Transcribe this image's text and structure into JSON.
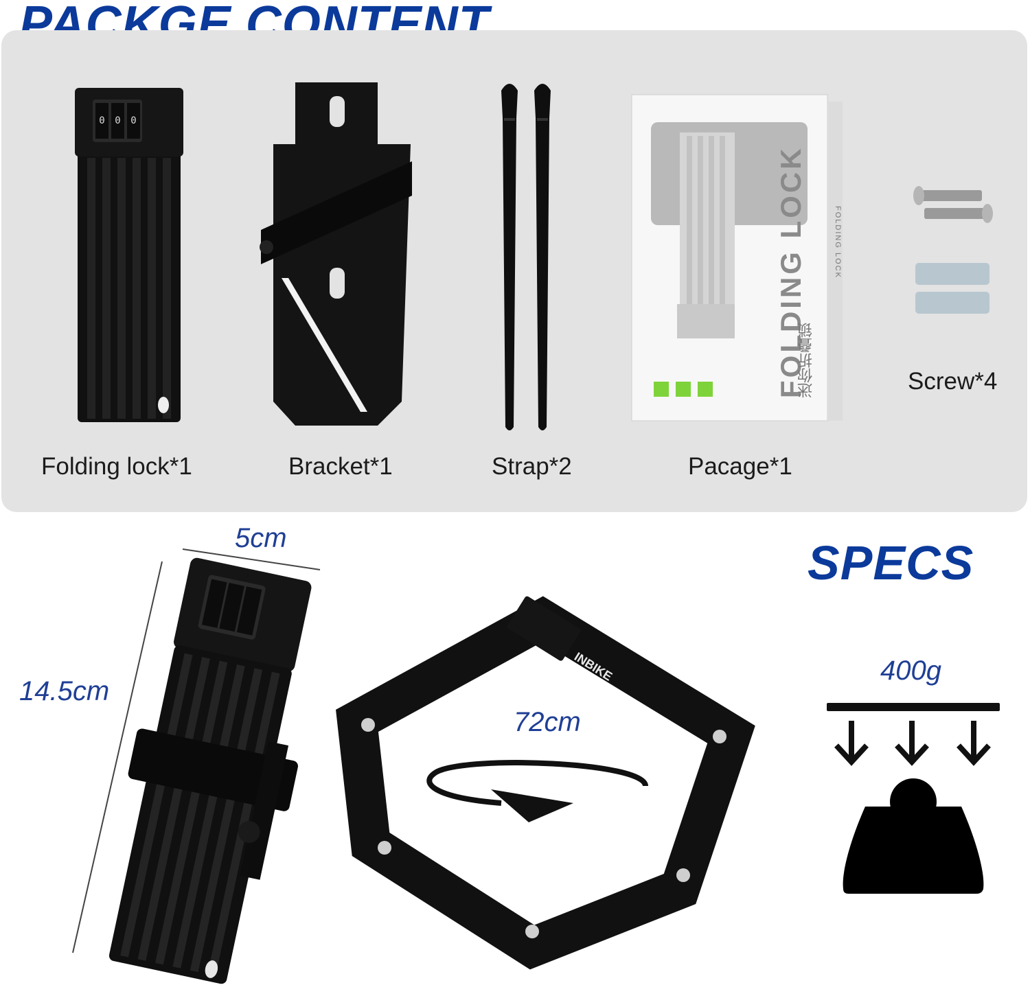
{
  "package": {
    "title": "PACKGE CONTENT",
    "items": [
      {
        "label": "Folding lock*1"
      },
      {
        "label": "Bracket*1"
      },
      {
        "label": "Strap*2"
      },
      {
        "label": "Pacage*1"
      },
      {
        "label": "Screw*4"
      }
    ],
    "box": {
      "title": "FOLDING LOCK",
      "subtitle": "迷你折叠锁",
      "side_text": "FOLDING LOCK"
    }
  },
  "specs": {
    "title": "SPECS",
    "width": "5cm",
    "height": "14.5cm",
    "length": "72cm",
    "weight": "400g",
    "brand": "INBIKE"
  },
  "colors": {
    "heading": "#0b3a9b",
    "dimension": "#1f3f95",
    "panel": "#e3e3e3",
    "product": "#111111",
    "box_accent": "#7fd33a"
  },
  "icons": [
    "folding-lock-icon",
    "bracket-icon",
    "strap-icon",
    "package-box-icon",
    "screw-icon",
    "weight-icon",
    "rotation-arrow-icon"
  ]
}
